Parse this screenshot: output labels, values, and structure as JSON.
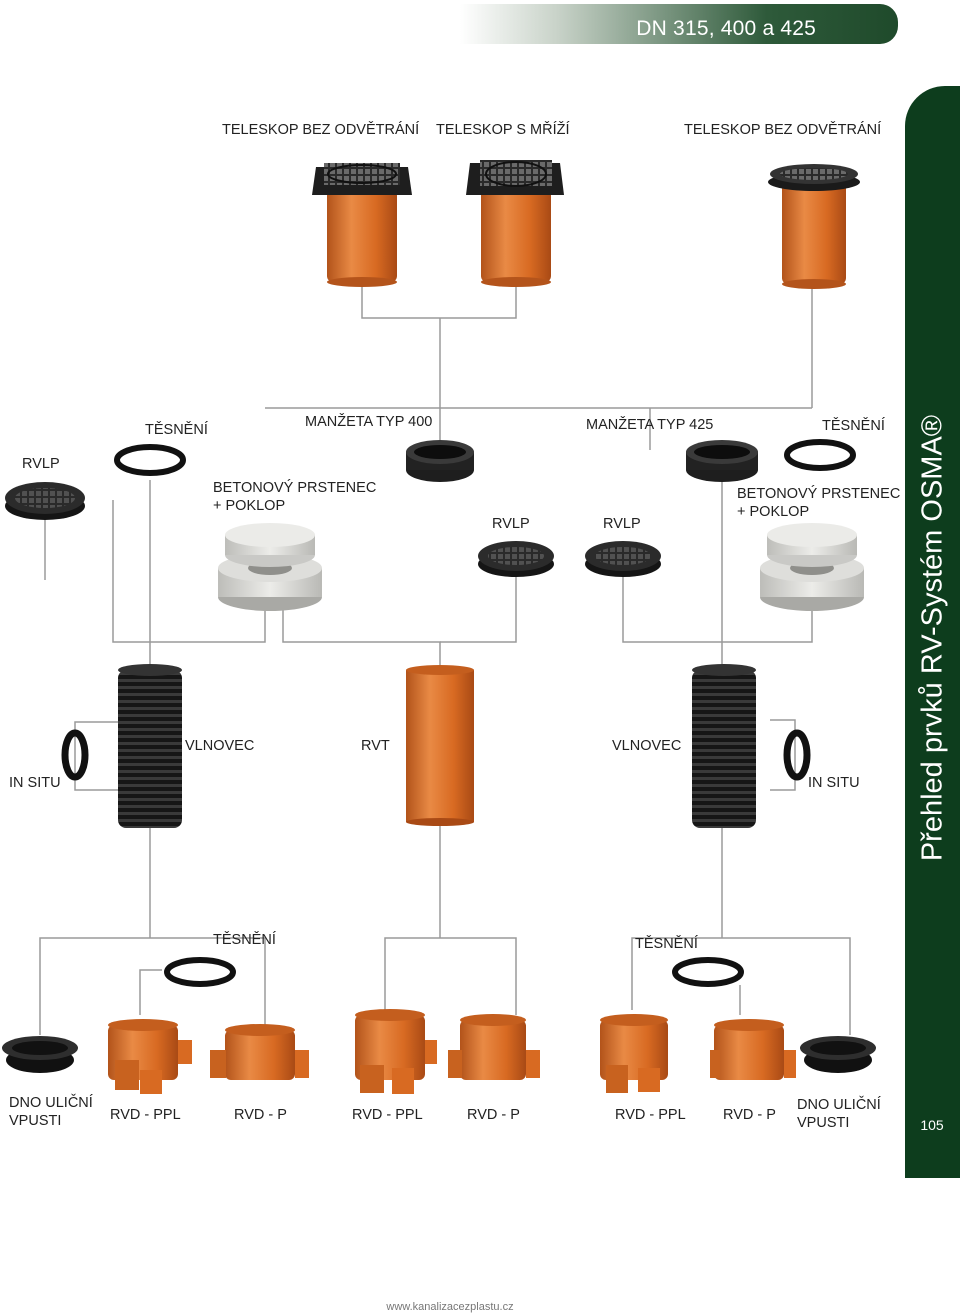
{
  "header": {
    "title": "DN 315, 400 a 425",
    "bar_color": "#2e5a3a"
  },
  "side_tab": {
    "title": "Přehled prvků RV-Systém OSMA®",
    "color": "#0d3d1d"
  },
  "page_number": "105",
  "footer": {
    "url": "www.kanalizacezplastu.cz"
  },
  "colors": {
    "pipe_orange": "#d86a22",
    "black_part": "#1e1e1e",
    "concrete": "#d9d9d6",
    "connector_line": "#9a9a9a"
  },
  "labels": {
    "teleskop_1": "TELESKOP BEZ ODVĚTRÁNÍ",
    "teleskop_2": "TELESKOP S MŘÍŽÍ",
    "teleskop_3": "TELESKOP BEZ ODVĚTRÁNÍ",
    "rvlp_left": "RVLP",
    "tesneni_top_left": "TĚSNĚNÍ",
    "manzeta_400": "MANŽETA TYP 400",
    "manzeta_425": "MANŽETA TYP 425",
    "tesneni_top_right": "TĚSNĚNÍ",
    "betonovy_left_1": "BETONOVÝ PRSTENEC",
    "betonovy_left_2": "+ POKLOP",
    "betonovy_right_1": "BETONOVÝ PRSTENEC",
    "betonovy_right_2": "+ POKLOP",
    "rvlp_mid_1": "RVLP",
    "rvlp_mid_2": "RVLP",
    "in_situ_left": "IN SITU",
    "in_situ_right": "IN SITU",
    "vlnovec_left": "VLNOVEC",
    "rvt": "RVT",
    "vlnovec_right": "VLNOVEC",
    "tesneni_bottom_left": "TĚSNĚNÍ",
    "tesneni_bottom_right": "TĚSNĚNÍ",
    "dno_left_1": "DNO ULIČNÍ",
    "dno_left_2": "VPUSTI",
    "rvd_ppl_1": "RVD - PPL",
    "rvd_p_1": "RVD - P",
    "rvd_ppl_2": "RVD - PPL",
    "rvd_p_2": "RVD - P",
    "rvd_ppl_3": "RVD - PPL",
    "rvd_p_3": "RVD - P",
    "dno_right_1": "DNO ULIČNÍ",
    "dno_right_2": "VPUSTI"
  },
  "icons": {
    "telescope_grate": "telescope-square-grate-icon",
    "telescope_round": "telescope-round-cover-icon",
    "cover": "rvlp-cover-icon",
    "seal": "seal-ring-icon",
    "collar": "collar-ring-icon",
    "concrete": "concrete-ring-with-cover-icon",
    "corrugated": "corrugated-pipe-icon",
    "pipe": "smooth-pipe-icon",
    "base": "chamber-base-icon",
    "gully": "gully-base-icon"
  }
}
